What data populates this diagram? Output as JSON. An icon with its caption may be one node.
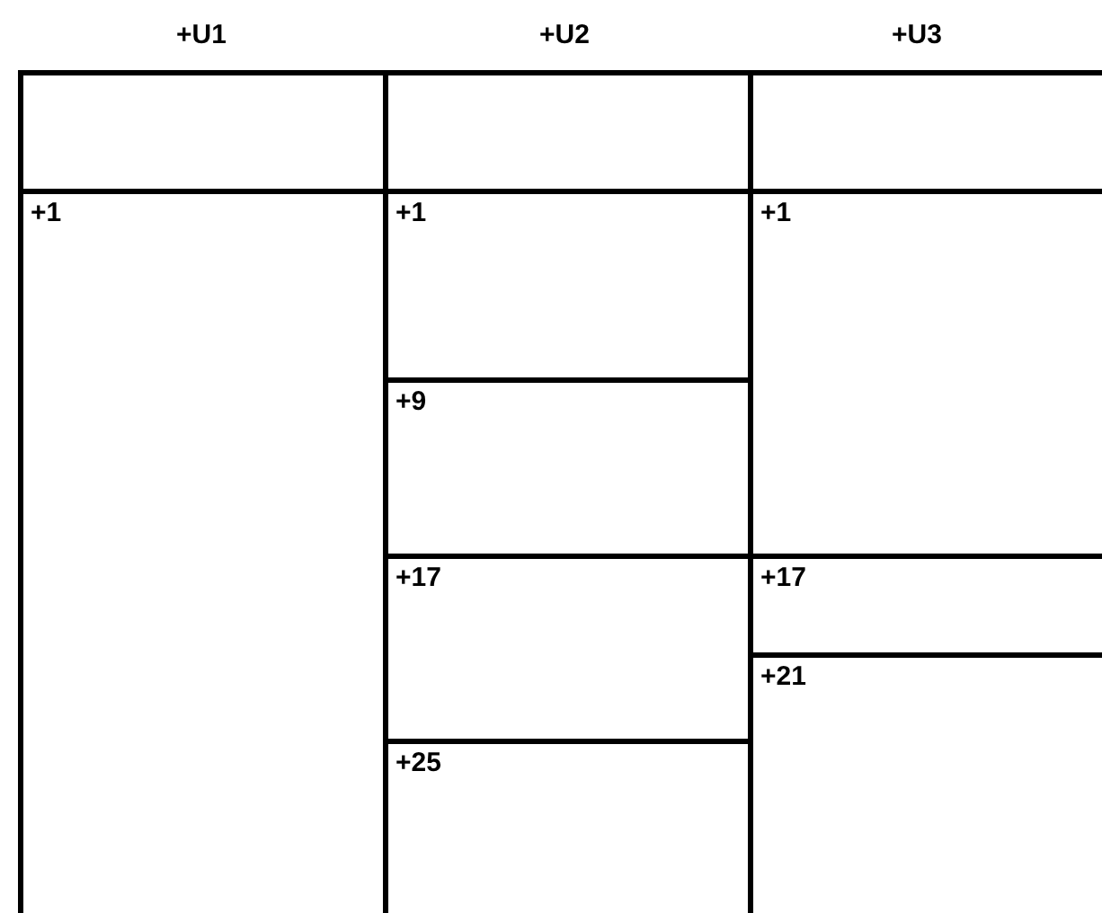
{
  "diagram": {
    "nodes": [
      {
        "text": [],
        "shape": "box"
      },
      {
        "text": [],
        "shape": "box"
      },
      {
        "text": [],
        "shape": "box"
      },
      {
        "text": [
          "+1"
        ]
      },
      {
        "text": [
          "+1"
        ]
      },
      {
        "text": [
          "+1"
        ]
      },
      {
        "text": [
          "+9"
        ]
      },
      {
        "text": [
          "+17"
        ]
      },
      {
        "text": [
          "+17"
        ]
      },
      {
        "text": [
          "+21"
        ]
      },
      {
        "text": [
          "+25"
        ]
      }
    ],
    "labels": [
      "+U1",
      "+U2",
      "+U3"
    ]
  }
}
